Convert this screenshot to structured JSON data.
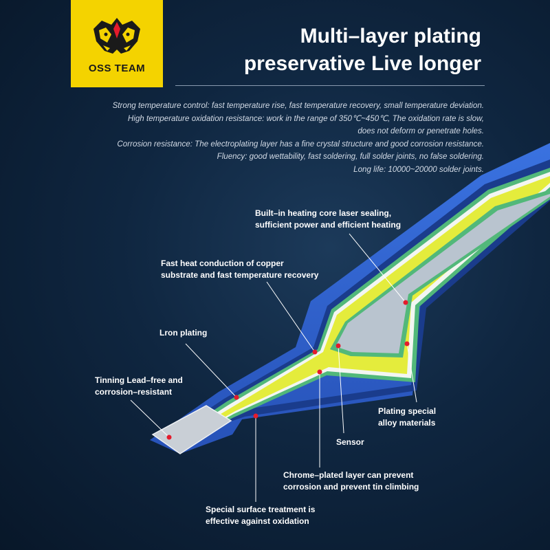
{
  "brand": {
    "name": "OSS TEAM",
    "logo_icon": "twin-panther-head-icon",
    "colors": {
      "logo_background": "#f4d300",
      "background": "#0f2640"
    }
  },
  "headline": {
    "line1": "Multi–layer plating",
    "line2": "preservative Live longer"
  },
  "description": {
    "lines": [
      "Strong temperature control: fast temperature rise, fast temperature recovery, small temperature deviation.",
      "High temperature oxidation resistance: work in the range of 350℃~450℃, The oxidation rate is slow,",
      "does not deform or penetrate holes.",
      "Corrosion resistance: The electroplating layer has a fine crystal structure and good corrosion resistance.",
      "Fluency: good wettability, fast soldering, full solder joints, no false soldering.",
      "Long life: 10000~20000 solder joints."
    ]
  },
  "callouts": {
    "heating_core": {
      "line1": "Built–in heating core laser sealing,",
      "line2": "sufficient power and efficient heating"
    },
    "copper": {
      "line1": "Fast heat conduction of copper",
      "line2": "substrate and fast temperature recovery"
    },
    "iron": {
      "line1": "Lron plating"
    },
    "tinning": {
      "line1": "Tinning Lead–free and",
      "line2": "corrosion–resistant"
    },
    "alloy": {
      "line1": "Plating special",
      "line2": "alloy materials"
    },
    "sensor": {
      "line1": "Sensor"
    },
    "chrome": {
      "line1": "Chrome–plated layer can prevent",
      "line2": "corrosion and prevent tin climbing"
    },
    "surface": {
      "line1": "Special surface treatment is",
      "line2": "effective against oxidation"
    }
  },
  "tip_colors": {
    "outer_shell": "#2f62d0",
    "shell_dark": "#1a3c8c",
    "green_layer": "#52b87a",
    "white_layer": "#f3f6f2",
    "copper_core": "#e4ec3c",
    "heating_core": "#b9c4cf",
    "dot": "#e41b2c"
  }
}
